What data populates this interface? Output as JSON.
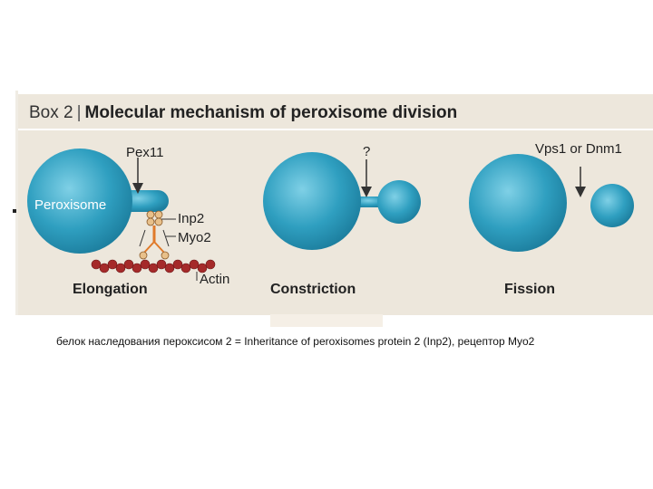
{
  "box": {
    "number": "Box 2",
    "separator": "|",
    "title": "Molecular mechanism of peroxisome division"
  },
  "labels": {
    "pex11": "Pex11",
    "question": "?",
    "vps1": "Vps1 or Dnm1",
    "peroxisome": "Peroxisome",
    "inp2": "Inp2",
    "myo2": "Myo2",
    "actin": "Actin"
  },
  "stages": {
    "elongation": "Elongation",
    "constriction": "Constriction",
    "fission": "Fission"
  },
  "caption": "белок наследования пероксисом 2 = Inheritance of peroxisomes protein 2 (Inp2), рецептор Myo2",
  "colors": {
    "organelle": "#2f9fc0",
    "organelle_light": "#7fd0e6",
    "actin": "#a52a2a",
    "motor": "#e8c08a",
    "linker": "#e07a2a",
    "panel": "#ede7dc"
  }
}
